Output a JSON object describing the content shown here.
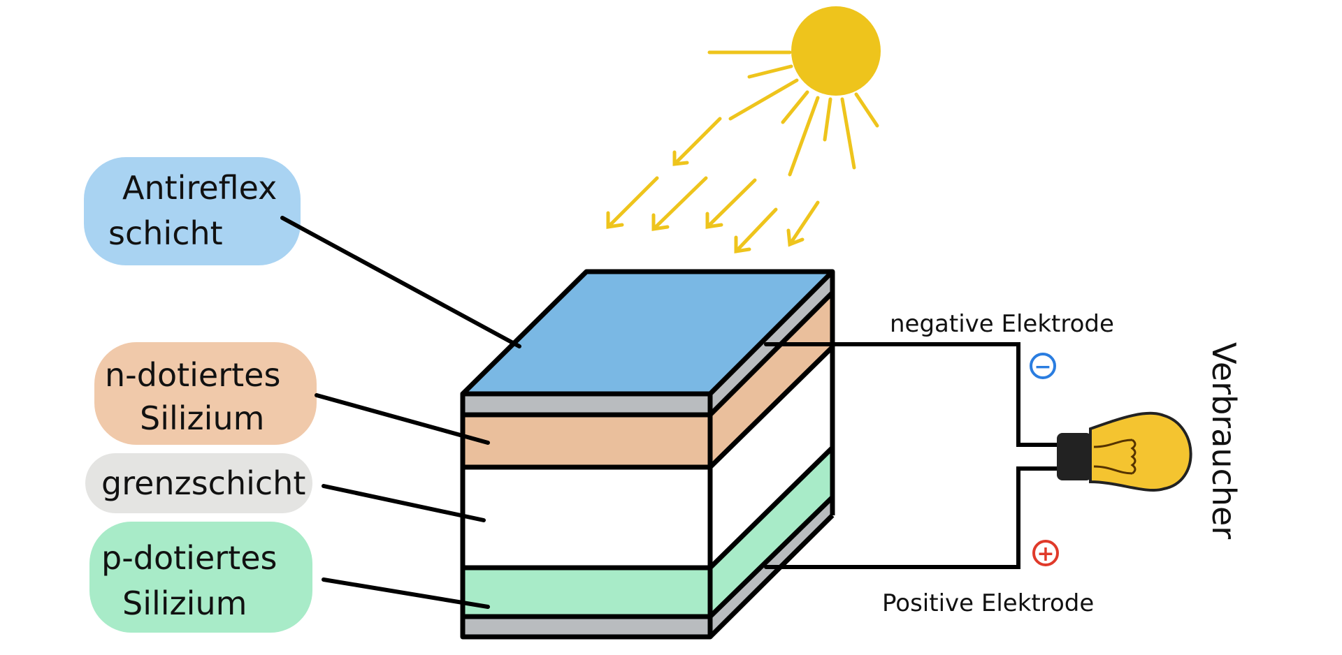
{
  "labels": {
    "antireflex_line1": "Antireflex",
    "antireflex_line2": "schicht",
    "n_line1": "n-dotiertes",
    "n_line2": "Silizium",
    "grenzschicht": "grenzschicht",
    "p_line1": "p-dotiertes",
    "p_line2": "Silizium",
    "negative_electrode": "negative Elektrode",
    "positive_electrode": "Positive Elektrode",
    "consumer": "Verbraucher",
    "minus": "−",
    "plus": "+"
  },
  "colors": {
    "antireflex": "#7ab8e4",
    "n_doped": "#eabf9c",
    "p_doped": "#a8ebc8",
    "electrode": "#b9bcbf",
    "sun": "#eec41c",
    "minus": "#2a7de0",
    "plus": "#e03a2a"
  }
}
